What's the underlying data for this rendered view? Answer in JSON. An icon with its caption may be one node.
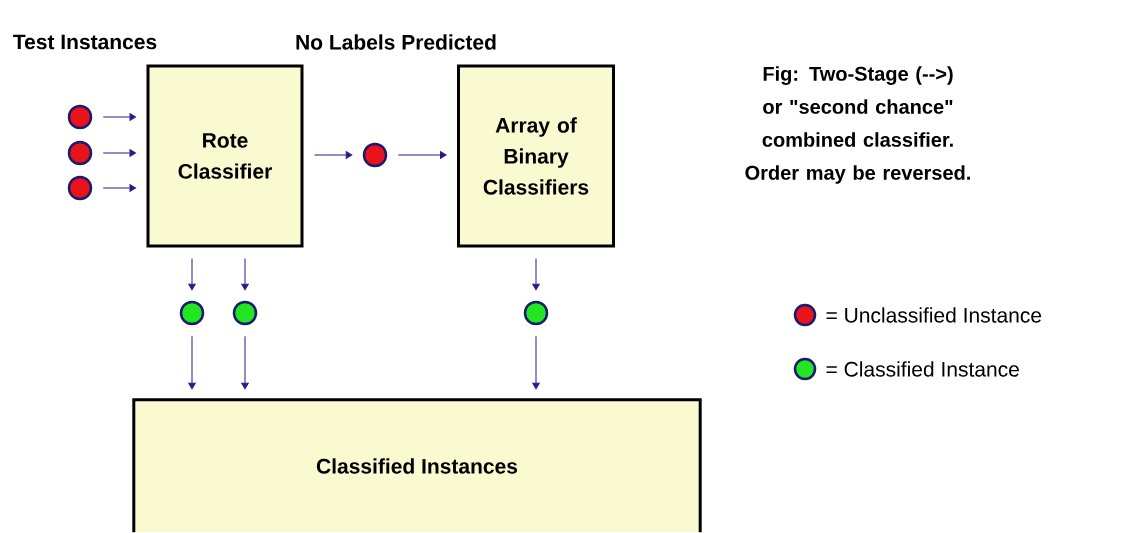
{
  "diagram": {
    "caption": "Fig: Two-Stage (-->) or \"second chance\" combined classifier. Order may be reversed.",
    "nodes": [
      {
        "text": [
          "Rote Classifier"
        ]
      },
      {
        "text": [
          "Array of Binary Classifiers"
        ]
      },
      {
        "text": [
          "Classified Instances"
        ]
      },
      {
        "text": [],
        "shape": "circle"
      },
      {
        "text": [],
        "shape": "circle"
      },
      {
        "text": [],
        "shape": "circle"
      },
      {
        "text": [],
        "shape": "circle"
      },
      {
        "text": [],
        "shape": "circle"
      },
      {
        "text": [],
        "shape": "circle"
      },
      {
        "text": [],
        "shape": "circle"
      }
    ],
    "edges": [
      {
        "from": 3,
        "to": 0,
        "arrow": "to"
      },
      {
        "from": 4,
        "to": 0,
        "arrow": "to"
      },
      {
        "from": 5,
        "to": 0,
        "arrow": "to"
      },
      {
        "from": 0,
        "to": 6,
        "arrow": "to"
      },
      {
        "from": 6,
        "to": 1,
        "arrow": "to"
      },
      {
        "from": 0,
        "to": 7,
        "arrow": "to"
      },
      {
        "from": 0,
        "to": 8,
        "arrow": "to"
      },
      {
        "from": 1,
        "to": 9,
        "arrow": "to"
      },
      {
        "from": 7,
        "to": 2,
        "arrow": "to"
      },
      {
        "from": 8,
        "to": 2,
        "arrow": "to"
      },
      {
        "from": 9,
        "to": 2,
        "arrow": "to"
      }
    ],
    "labels": [
      "Test Instances",
      "No Labels Predicted"
    ],
    "legend": [
      {
        "text": "= Unclassified Instance",
        "color": "#e8131b"
      },
      {
        "text": "= Classified Instance",
        "color": "#22e622"
      }
    ]
  }
}
